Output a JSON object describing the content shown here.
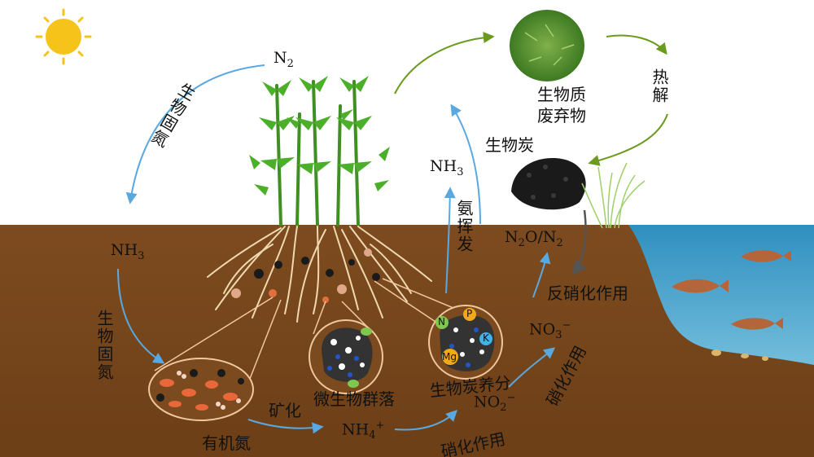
{
  "labels": {
    "n2_top": {
      "base": "N",
      "sub": "2"
    },
    "nh3_left": {
      "base": "NH",
      "sub": "3"
    },
    "nh3_mid": {
      "base": "NH",
      "sub": "3"
    },
    "bio_fix_top": "生物固氮",
    "bio_fix_left": "生物固氮",
    "ammonia_volatilization": "氨挥发",
    "biomass_waste_1": "生物质",
    "biomass_waste_2": "废弃物",
    "pyrolysis": "热解",
    "biochar": "生物炭",
    "n2o_n2": {
      "a": "N",
      "a_sub": "2",
      "b": "O/N",
      "b_sub": "2"
    },
    "denitrification": "反硝化作用",
    "no3": {
      "base": "NO",
      "sub": "3",
      "sup": "−"
    },
    "no2": {
      "base": "NO",
      "sub": "2",
      "sup": "−"
    },
    "nh4": {
      "base": "NH",
      "sub": "4",
      "sup": "+"
    },
    "nitrification_vertical": "硝化作用",
    "nitrification_bottom": "硝化作用",
    "mineralization": "矿化",
    "organic_nitrogen": "有机氮",
    "microbial_community": "微生物群落",
    "biochar_nutrients": "生物炭养分",
    "nutrient_n": "N",
    "nutrient_p": "P",
    "nutrient_k": "K",
    "nutrient_mg": "Mg"
  },
  "colors": {
    "soil": "#7b4a1e",
    "water": "#4fb3d6",
    "sky": "#ffffff",
    "arrow_blue": "#5aa8e0",
    "arrow_green": "#6a9a1e",
    "arrow_gray": "#555555",
    "plant_green": "#4caf2a",
    "sun": "#f6c31a",
    "root": "#f0d9b0",
    "fish": "#b5653a"
  }
}
